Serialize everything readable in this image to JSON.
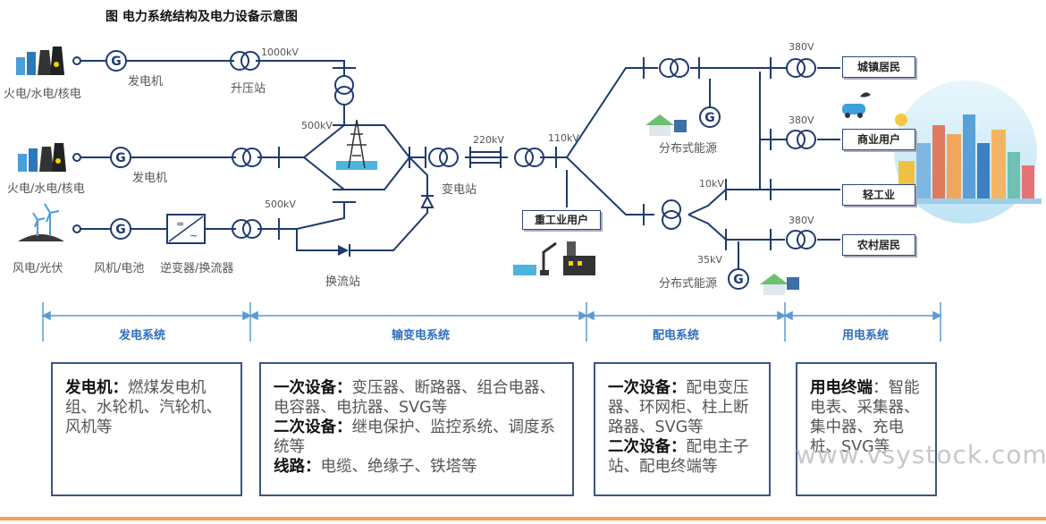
{
  "title": "图  电力系统结构及电力设备示意图",
  "labels": {
    "gen_src_1": "火电/水电/核电",
    "gen_src_2": "火电/水电/核电",
    "gen_src_3": "风电/光伏",
    "generator_1": "发电机",
    "generator_2": "发电机",
    "generator_3": "风机/电池",
    "inverter": "逆变器/换流器",
    "step_up": "升压站",
    "kv_1000": "1000kV",
    "kv_500_a": "500kV",
    "kv_500_b": "500kV",
    "converter": "换流站",
    "substation": "变电站",
    "kv_220": "220kV",
    "kv_110": "110kV",
    "heavy_user": "重工业用户",
    "distributed_1": "分布式能源",
    "distributed_2": "分布式能源",
    "kv_10": "10kV",
    "kv_35": "35kV",
    "kv_380_a": "380V",
    "kv_380_b": "380V",
    "kv_380_c": "380V",
    "urban": "城镇居民",
    "commercial": "商业用户",
    "light_industry": "轻工业",
    "rural": "农村居民"
  },
  "systems": {
    "generation": "发电系统",
    "transmission": "输变电系统",
    "distribution": "配电系统",
    "consumption": "用电系统"
  },
  "cards": {
    "gen_title": "发电机：",
    "gen_text": "燃煤发电机组、水轮机、汽轮机、风机等",
    "trans_1_title": "一次设备：",
    "trans_1_text": "变压器、断路器、组合电器、电容器、电抗器、SVG等",
    "trans_2_title": "二次设备：",
    "trans_2_text": "继电保护、监控系统、调度系统等",
    "trans_3_title": "线路：",
    "trans_3_text": "电缆、绝缘子、铁塔等",
    "dist_1_title": "一次设备：",
    "dist_1_text": "配电变压器、环网柜、柱上断路器、SVG等",
    "dist_2_title": "二次设备：",
    "dist_2_text": "配电主子站、配电终端等",
    "use_title": "用电终端",
    "use_text": "：智能电表、采集器、集中器、充电桩、SVG等"
  },
  "watermark": "www.vsystock.com",
  "colors": {
    "line": "#1f3a6e",
    "system_blue": "#2f6fbf",
    "card_border": "#3a5683",
    "accent_orange": "#f0a050"
  }
}
